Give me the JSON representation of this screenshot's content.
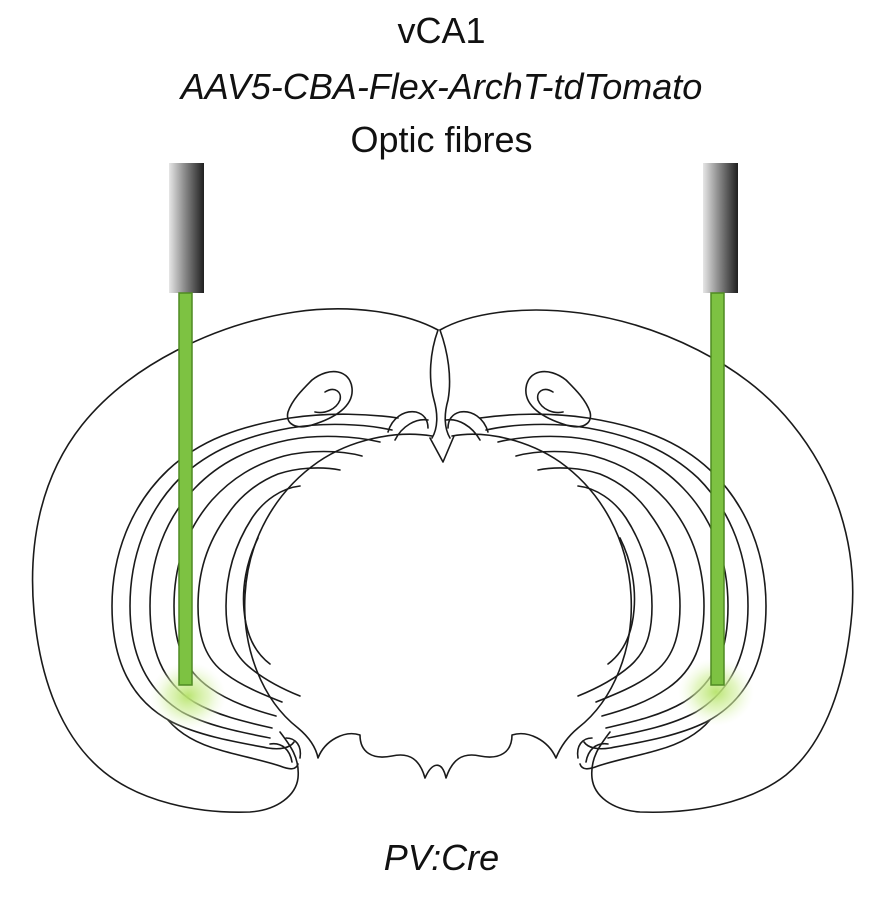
{
  "labels": {
    "region": "vCA1",
    "virus": "AAV5-CBA-Flex-ArchT-tdTomato",
    "implant": "Optic fibres",
    "mouse_line": "PV:Cre"
  },
  "colors": {
    "outline": "#1a1a1a",
    "fibre_light": "#7dc242",
    "fibre_dark": "#4f8a22",
    "ferrule_dark": "#1f1f1f",
    "ferrule_light": "#e6e6e6",
    "glow": "#c8ec8a"
  },
  "icons": {
    "left_fibre": "optic-fibre-icon",
    "right_fibre": "optic-fibre-icon",
    "brain": "coronal-brain-section-icon"
  }
}
